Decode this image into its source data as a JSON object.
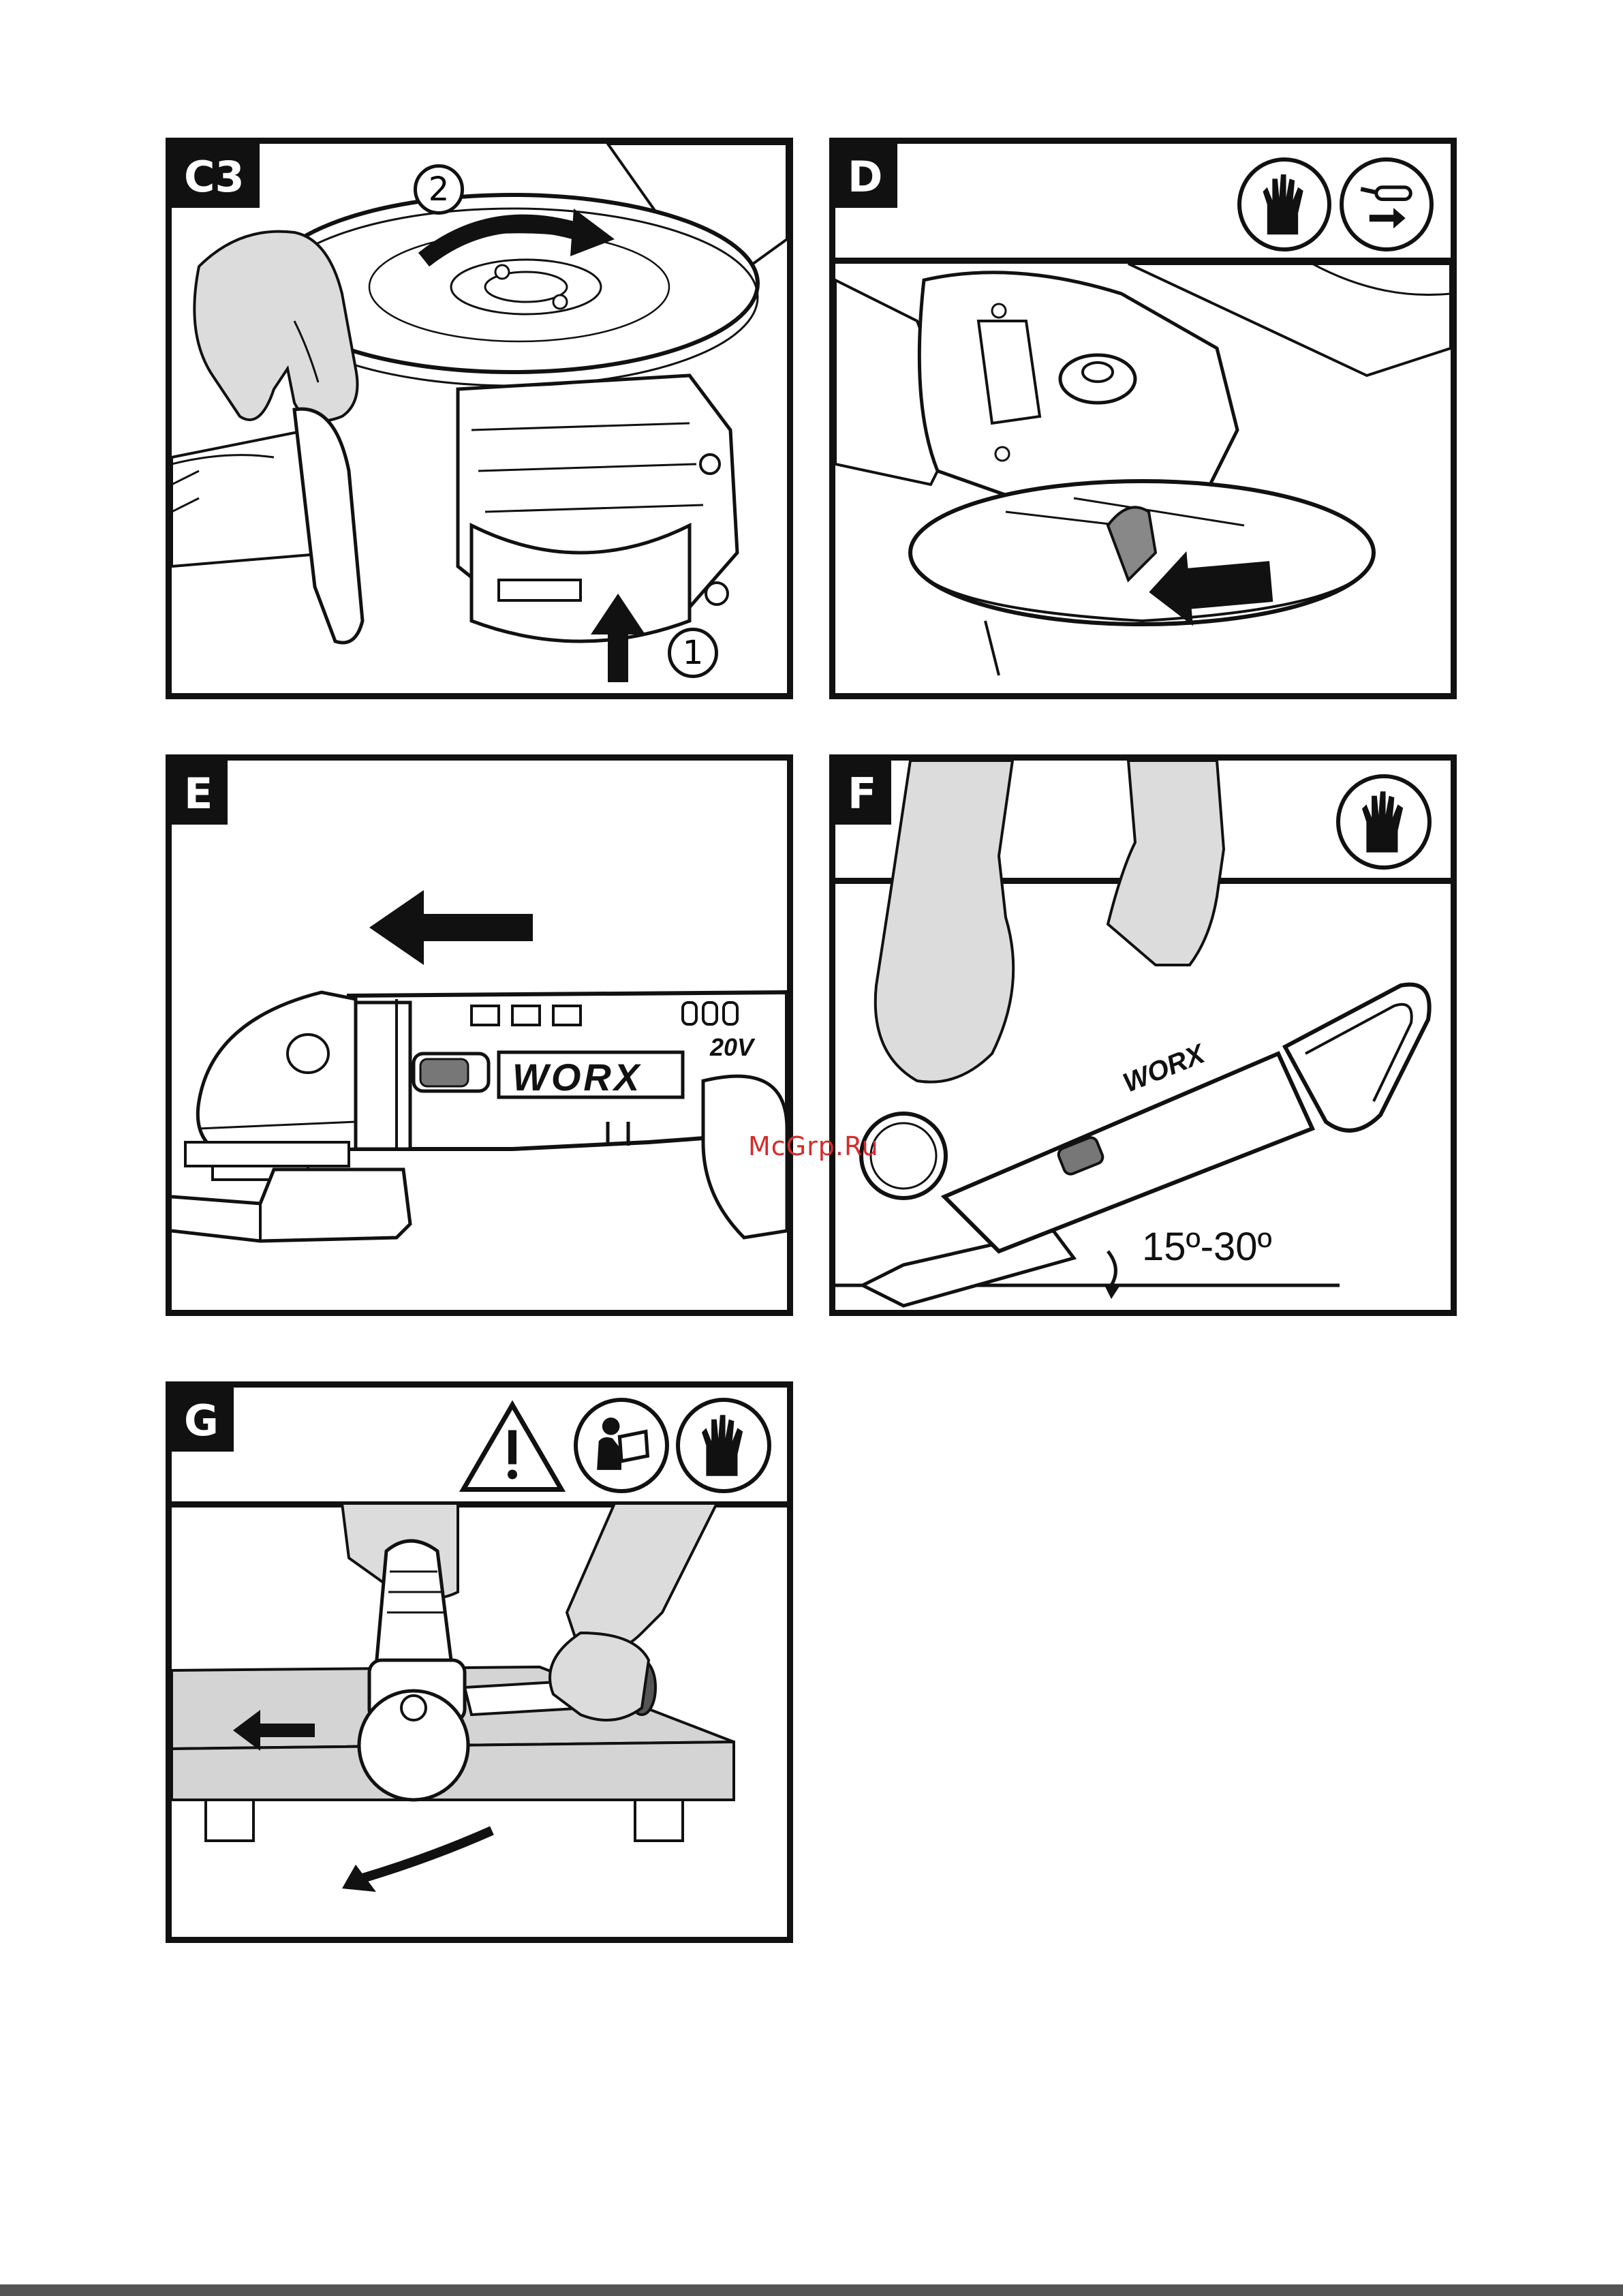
{
  "panels": {
    "c3": {
      "label": "C3",
      "step1": "1",
      "step2": "2"
    },
    "d": {
      "label": "D",
      "icons": [
        "gloves-icon",
        "eye-protection-icon"
      ]
    },
    "e": {
      "label": "E",
      "brand": "WORX",
      "voltage": "20V"
    },
    "f": {
      "label": "F",
      "angle": "15º-30º",
      "brand": "WORX",
      "icons": [
        "gloves-icon"
      ]
    },
    "g": {
      "label": "G",
      "icons": [
        "warning-icon",
        "read-manual-icon",
        "gloves-icon"
      ]
    }
  },
  "watermark": "McGrp.Ru",
  "colors": {
    "line": "#111111",
    "hand_fill": "#dcdcdc",
    "table_fill": "#d4d4d4",
    "watermark": "#d62b2b"
  }
}
